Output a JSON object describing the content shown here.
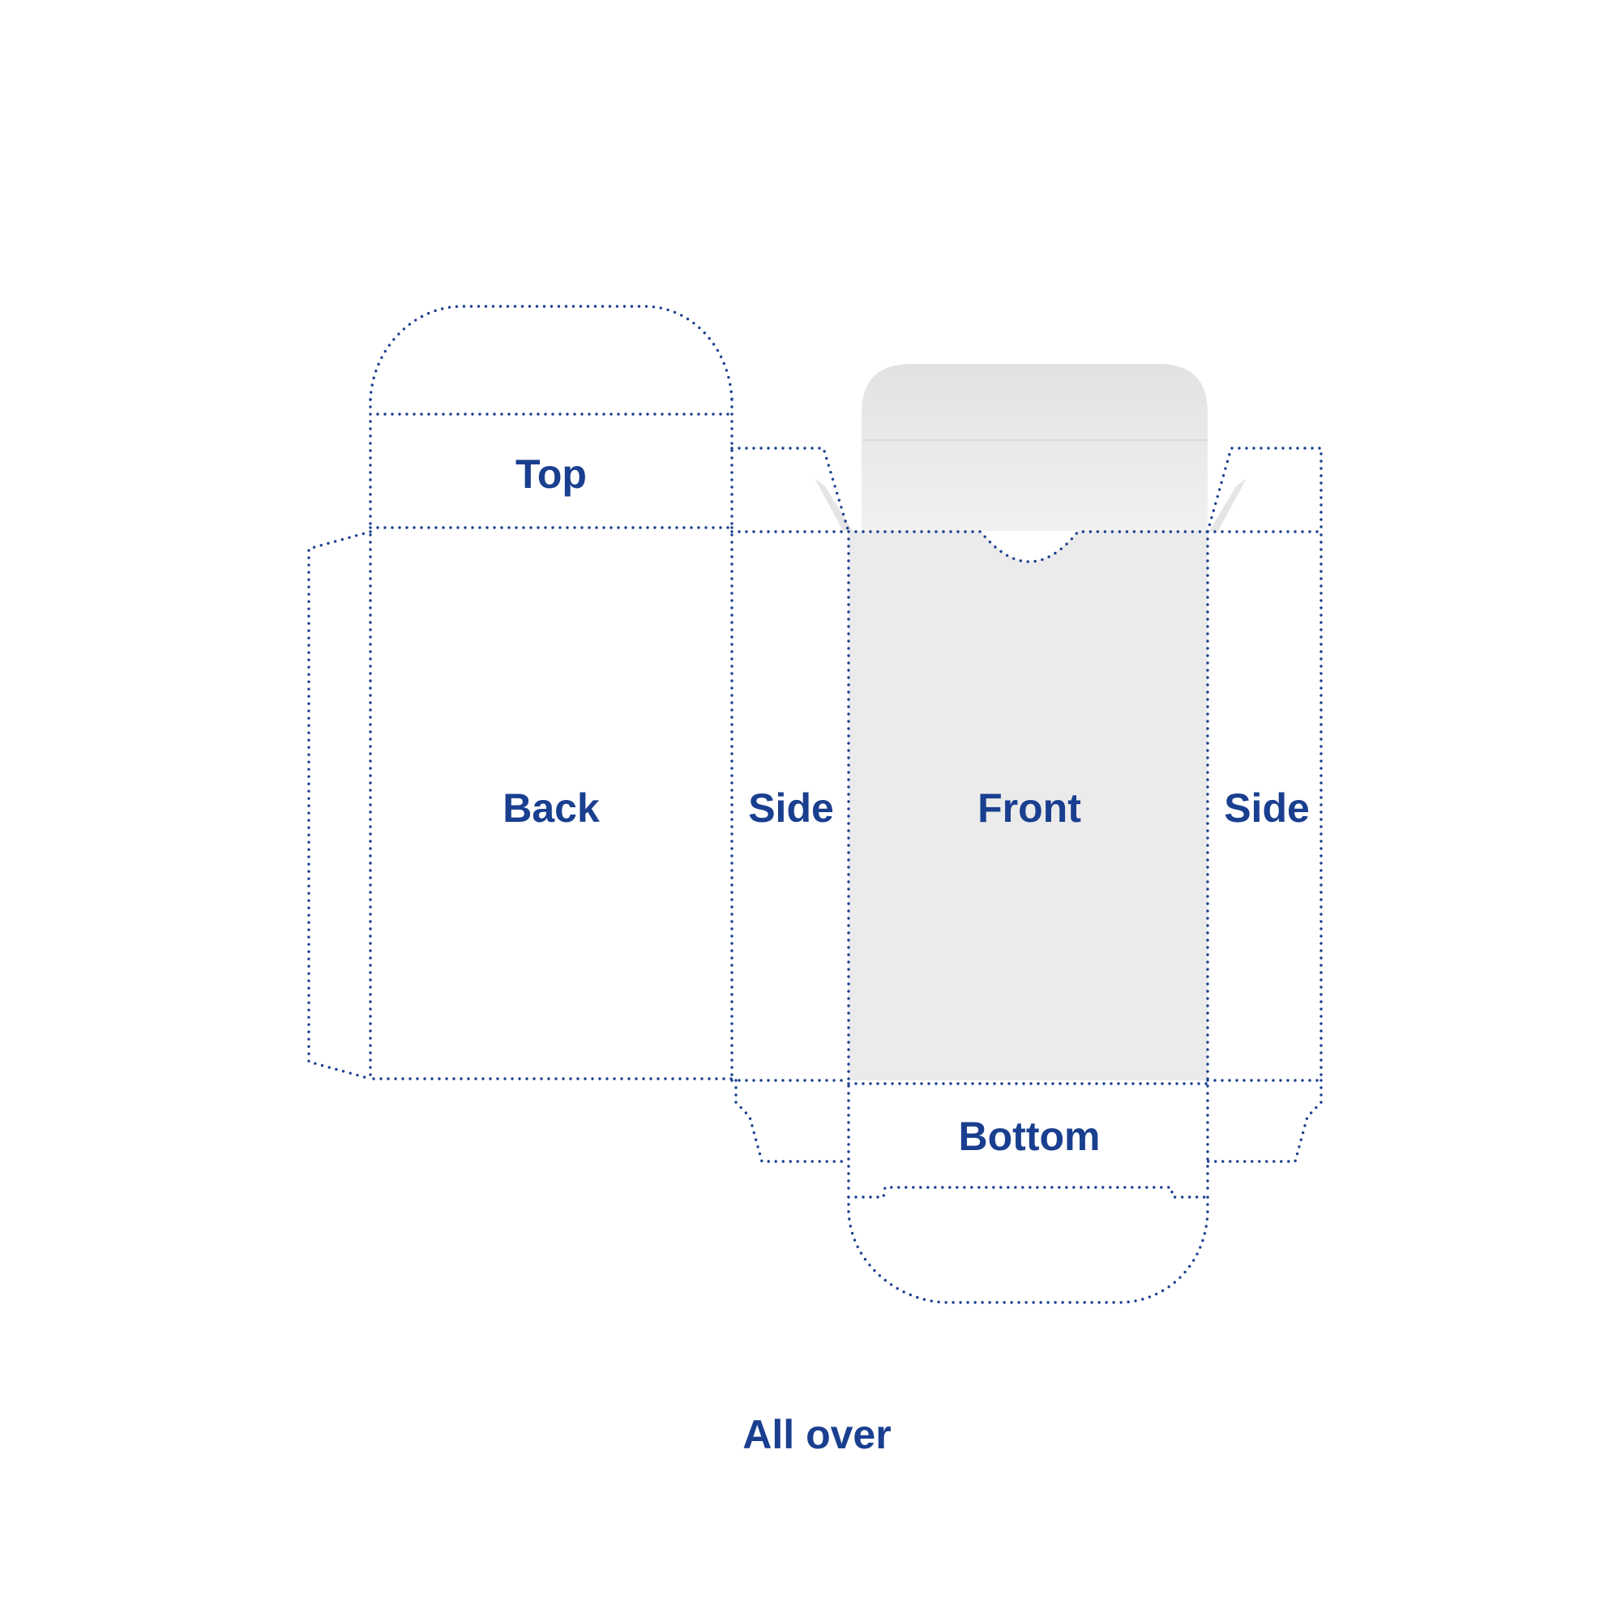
{
  "diagram": {
    "panels": {
      "top": "Top",
      "back": "Back",
      "side_left": "Side",
      "front": "Front",
      "side_right": "Side",
      "bottom": "Bottom"
    },
    "caption": "All over",
    "colors": {
      "dieline": "#1a3f8f",
      "label": "#1a3f8f",
      "front_fill": "#ebebeb",
      "flap_fill_top": "#e2e2e2",
      "flap_fill_bottom": "#f1f1f1"
    }
  }
}
